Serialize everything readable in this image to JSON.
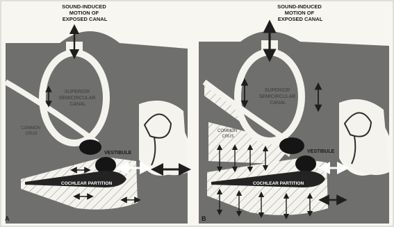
{
  "panels": [
    {
      "letter": "A",
      "motion_label": [
        "SOUND-INDUCED",
        "MOTION OF",
        "EXPOSED CANAL"
      ],
      "canal_label": [
        "SUPERIOR",
        "SEMICIRCULAR",
        "CANAL"
      ],
      "crus_label": [
        "COMMON",
        "CRUS"
      ],
      "vestibule_label": "VESTIBULE",
      "partition_label": "COCHLEAR PARTITION"
    },
    {
      "letter": "B",
      "motion_label": [
        "SOUND-INDUCED",
        "MOTION OF",
        "EXPOSED CANAL"
      ],
      "canal_label": [
        "SUPERIOR",
        "SEMICIRCULAR",
        "CANAL"
      ],
      "crus_label": [
        "COMMON",
        "CRUS"
      ],
      "vestibule_label": "VESTIBULE",
      "partition_label": "COCHLEAR PARTITION"
    }
  ]
}
